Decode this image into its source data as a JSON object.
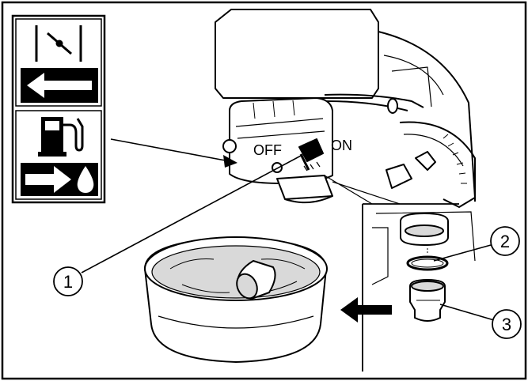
{
  "labels": {
    "off": "OFF",
    "on": "ON"
  },
  "callouts": [
    {
      "number": "1"
    },
    {
      "number": "2"
    },
    {
      "number": "3"
    }
  ],
  "icons": {
    "choke": "choke-icon",
    "arrow_left": "arrow-left-icon",
    "fuel_pump": "fuel-pump-icon",
    "arrow_right": "arrow-right-icon",
    "fuel_drop": "fuel-drop-icon"
  },
  "colors": {
    "ink": "#000000",
    "paper": "#ffffff",
    "shade": "#d9d9d9"
  }
}
